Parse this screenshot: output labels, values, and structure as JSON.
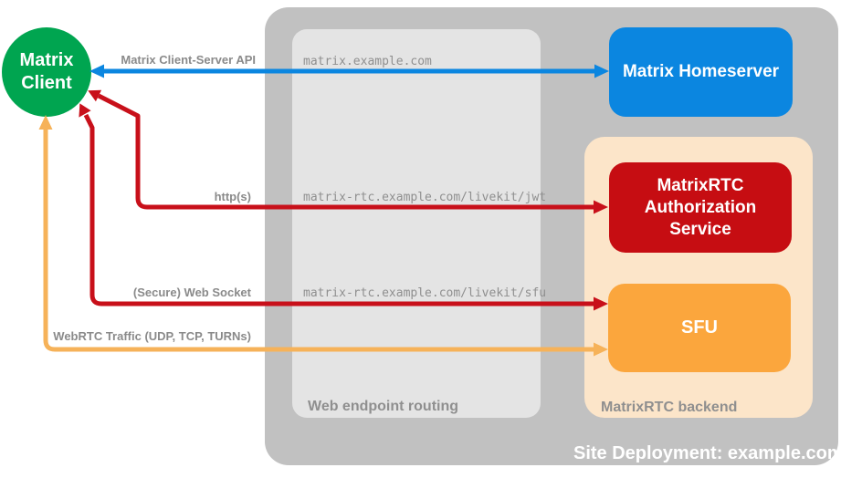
{
  "client": {
    "label": "Matrix Client"
  },
  "site": {
    "label": "Site Deployment: example.com",
    "homeserver": {
      "label": "Matrix Homeserver"
    },
    "routing": {
      "label": "Web endpoint routing",
      "endpoints": [
        "matrix.example.com",
        "matrix-rtc.example.com/livekit/jwt",
        "matrix-rtc.example.com/livekit/sfu"
      ]
    },
    "backend": {
      "label": "MatrixRTC backend",
      "auth": {
        "label": "MatrixRTC Authorization Service"
      },
      "sfu": {
        "label": "SFU"
      }
    }
  },
  "edges": [
    {
      "label": "Matrix Client-Server API",
      "from": "Matrix Client",
      "to": "Matrix Homeserver",
      "endpoint": "matrix.example.com",
      "bidirectional": true,
      "color": "#0b86e0"
    },
    {
      "label": "http(s)",
      "from": "Matrix Client",
      "to": "MatrixRTC Authorization Service",
      "endpoint": "matrix-rtc.example.com/livekit/jwt",
      "bidirectional": true,
      "color": "#c8101a"
    },
    {
      "label": "(Secure) Web Socket",
      "from": "Matrix Client",
      "to": "SFU",
      "endpoint": "matrix-rtc.example.com/livekit/sfu",
      "bidirectional": true,
      "color": "#c8101a"
    },
    {
      "label": "WebRTC Traffic (UDP, TCP, TURNs)",
      "from": "Matrix Client",
      "to": "SFU",
      "endpoint": "",
      "bidirectional": true,
      "color": "#f6b259"
    }
  ],
  "colors": {
    "client_green": "#00a550",
    "homeserver_blue": "#0b86e0",
    "auth_red": "#c60d12",
    "sfu_orange": "#fba63d",
    "backend_peach": "#fce5c9",
    "site_gray": "#c1c1c1",
    "routing_gray": "#e4e4e4",
    "label_gray": "#8a8a8a"
  }
}
